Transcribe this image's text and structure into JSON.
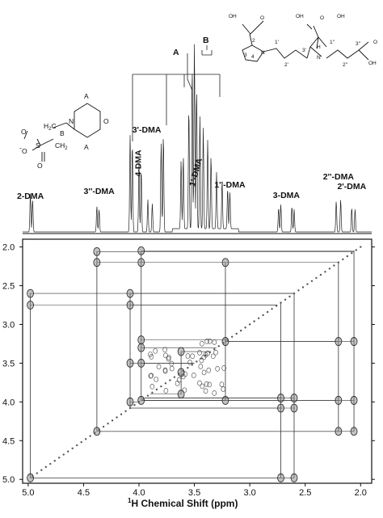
{
  "chart_data": {
    "type": "2D NMR (COSY) with 1D 1H spectrum",
    "x_axis": {
      "label_sup": "1",
      "label": "H Chemical Shift (ppm)",
      "range": [
        5.05,
        1.9
      ],
      "ticks": [
        "5.0",
        "4.5",
        "4.0",
        "3.5",
        "3.0",
        "2.5",
        "2.0"
      ],
      "tick_values": [
        5.0,
        4.5,
        4.0,
        3.5,
        3.0,
        2.5,
        2.0
      ]
    },
    "y_axis": {
      "range": [
        1.9,
        5.05
      ],
      "ticks": [
        "2.0",
        "2.5",
        "3.0",
        "3.5",
        "4.0",
        "4.5",
        "5.0"
      ],
      "tick_values": [
        2.0,
        2.5,
        3.0,
        3.5,
        4.0,
        4.5,
        5.0
      ]
    },
    "peak_labels": [
      {
        "text": "2-DMA",
        "ppm": 4.98
      },
      {
        "text": "3''-DMA",
        "ppm": 4.36
      },
      {
        "text": "4-DMA",
        "ppm": 4.02
      },
      {
        "text": "3'-DMA",
        "ppm": 3.93
      },
      {
        "text": "1'-DMA",
        "ppm": 3.5
      },
      {
        "text": "1''-DMA",
        "ppm": 3.18
      },
      {
        "text": "3-DMA",
        "ppm": 2.67
      },
      {
        "text": "2''-DMA",
        "ppm": 2.2
      },
      {
        "text": "2'-DMA",
        "ppm": 2.08
      }
    ],
    "buffer_labels": [
      "A",
      "B"
    ],
    "spin_systems": [
      {
        "x": 4.98,
        "partners": [
          2.6,
          2.75,
          4.98
        ]
      },
      {
        "x": 4.38,
        "partners": [
          2.06,
          2.2,
          4.38
        ]
      },
      {
        "x": 4.08,
        "partners": [
          2.6,
          2.75,
          3.5,
          4.0
        ]
      },
      {
        "x": 3.98,
        "partners": [
          2.05,
          2.2,
          3.2,
          3.3,
          3.5,
          3.98
        ]
      },
      {
        "x": 3.62,
        "partners": [
          3.35,
          3.62,
          3.9
        ]
      },
      {
        "x": 3.22,
        "partners": [
          2.2,
          3.22,
          3.98
        ]
      },
      {
        "x": 2.72,
        "partners": [
          4.98,
          4.08,
          3.95
        ]
      },
      {
        "x": 2.6,
        "partners": [
          4.98,
          4.08,
          3.95
        ]
      },
      {
        "x": 2.2,
        "partners": [
          4.38,
          3.98,
          3.22
        ]
      },
      {
        "x": 2.06,
        "partners": [
          4.38,
          3.98,
          3.22
        ]
      }
    ],
    "grid": false
  },
  "structures": {
    "dma": {
      "oh_left": "OH",
      "oh_mid": "OH",
      "oh_right_top": "OH",
      "oh_right_bottom": "OH",
      "o1": "O",
      "o2": "O",
      "o3": "O",
      "n_ring": "N",
      "nh": "H",
      "nh_n": "N",
      "pos_2": "2",
      "pos_3": "3",
      "pos_4": "4",
      "pos_1p": "1'",
      "pos_2p": "2'",
      "pos_3p": "3'",
      "pos_1pp": "1''",
      "pos_2pp": "2''",
      "pos_3pp": "3''"
    },
    "mes": {
      "A_top": "A",
      "A_bottom": "A",
      "B": "B",
      "O_ring": "O",
      "N_ring": "N",
      "S": "S",
      "O1": "O",
      "O2": "O",
      "O3": "O",
      "minus": "-",
      "H2C_a": "H",
      "H2C_b": "C",
      "CH2_a": "CH",
      "CH2_b": "2",
      "sub2": "2"
    }
  }
}
